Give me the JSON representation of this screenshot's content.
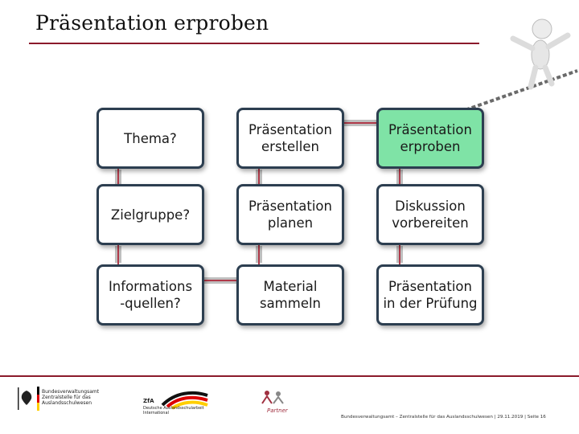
{
  "slide": {
    "title": "Präsentation erproben"
  },
  "diagram": {
    "boxes": {
      "thema": "Thema?",
      "zielgruppe": "Zielgruppe?",
      "informationsquellen": "Informations\n-quellen?",
      "erstellen": "Präsentation\nerstellen",
      "planen": "Präsentation\nplanen",
      "material": "Material\nsammeln",
      "erproben": "Präsentation\nerproben",
      "diskussion": "Diskussion\nvorbereiten",
      "pruefung": "Präsentation\nin der Prüfung"
    },
    "colors": {
      "active_fill": "#7fe3a6",
      "box_border": "#2c3e50",
      "arrow": "#b03a4a",
      "accent_rule": "#8b1a2b"
    }
  },
  "footer": {
    "left_logo_text": "Bundesverwaltungsamt\nZentralstelle für das\nAuslandsschulwesen",
    "zfa_label": "ZfA",
    "zfa_text": "Deutsche Auslandsschularbeit\nInternational",
    "partner_text": "Partner",
    "credit": "Bundesverwaltungsamt – Zentralstelle für das Auslandsschulwesen | 29.11.2019 | Seite 16"
  }
}
